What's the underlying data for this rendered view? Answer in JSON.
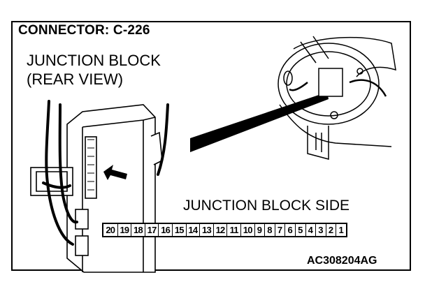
{
  "title": "CONNECTOR: C-226",
  "label_junction_block": "JUNCTION BLOCK",
  "label_view": "(REAR VIEW)",
  "label_side": "JUNCTION BLOCK SIDE",
  "figure_code": "AC308204AG",
  "pins": [
    "20",
    "19",
    "18",
    "17",
    "16",
    "15",
    "14",
    "13",
    "12",
    "11",
    "10",
    "9",
    "8",
    "7",
    "6",
    "5",
    "4",
    "3",
    "2",
    "1"
  ]
}
